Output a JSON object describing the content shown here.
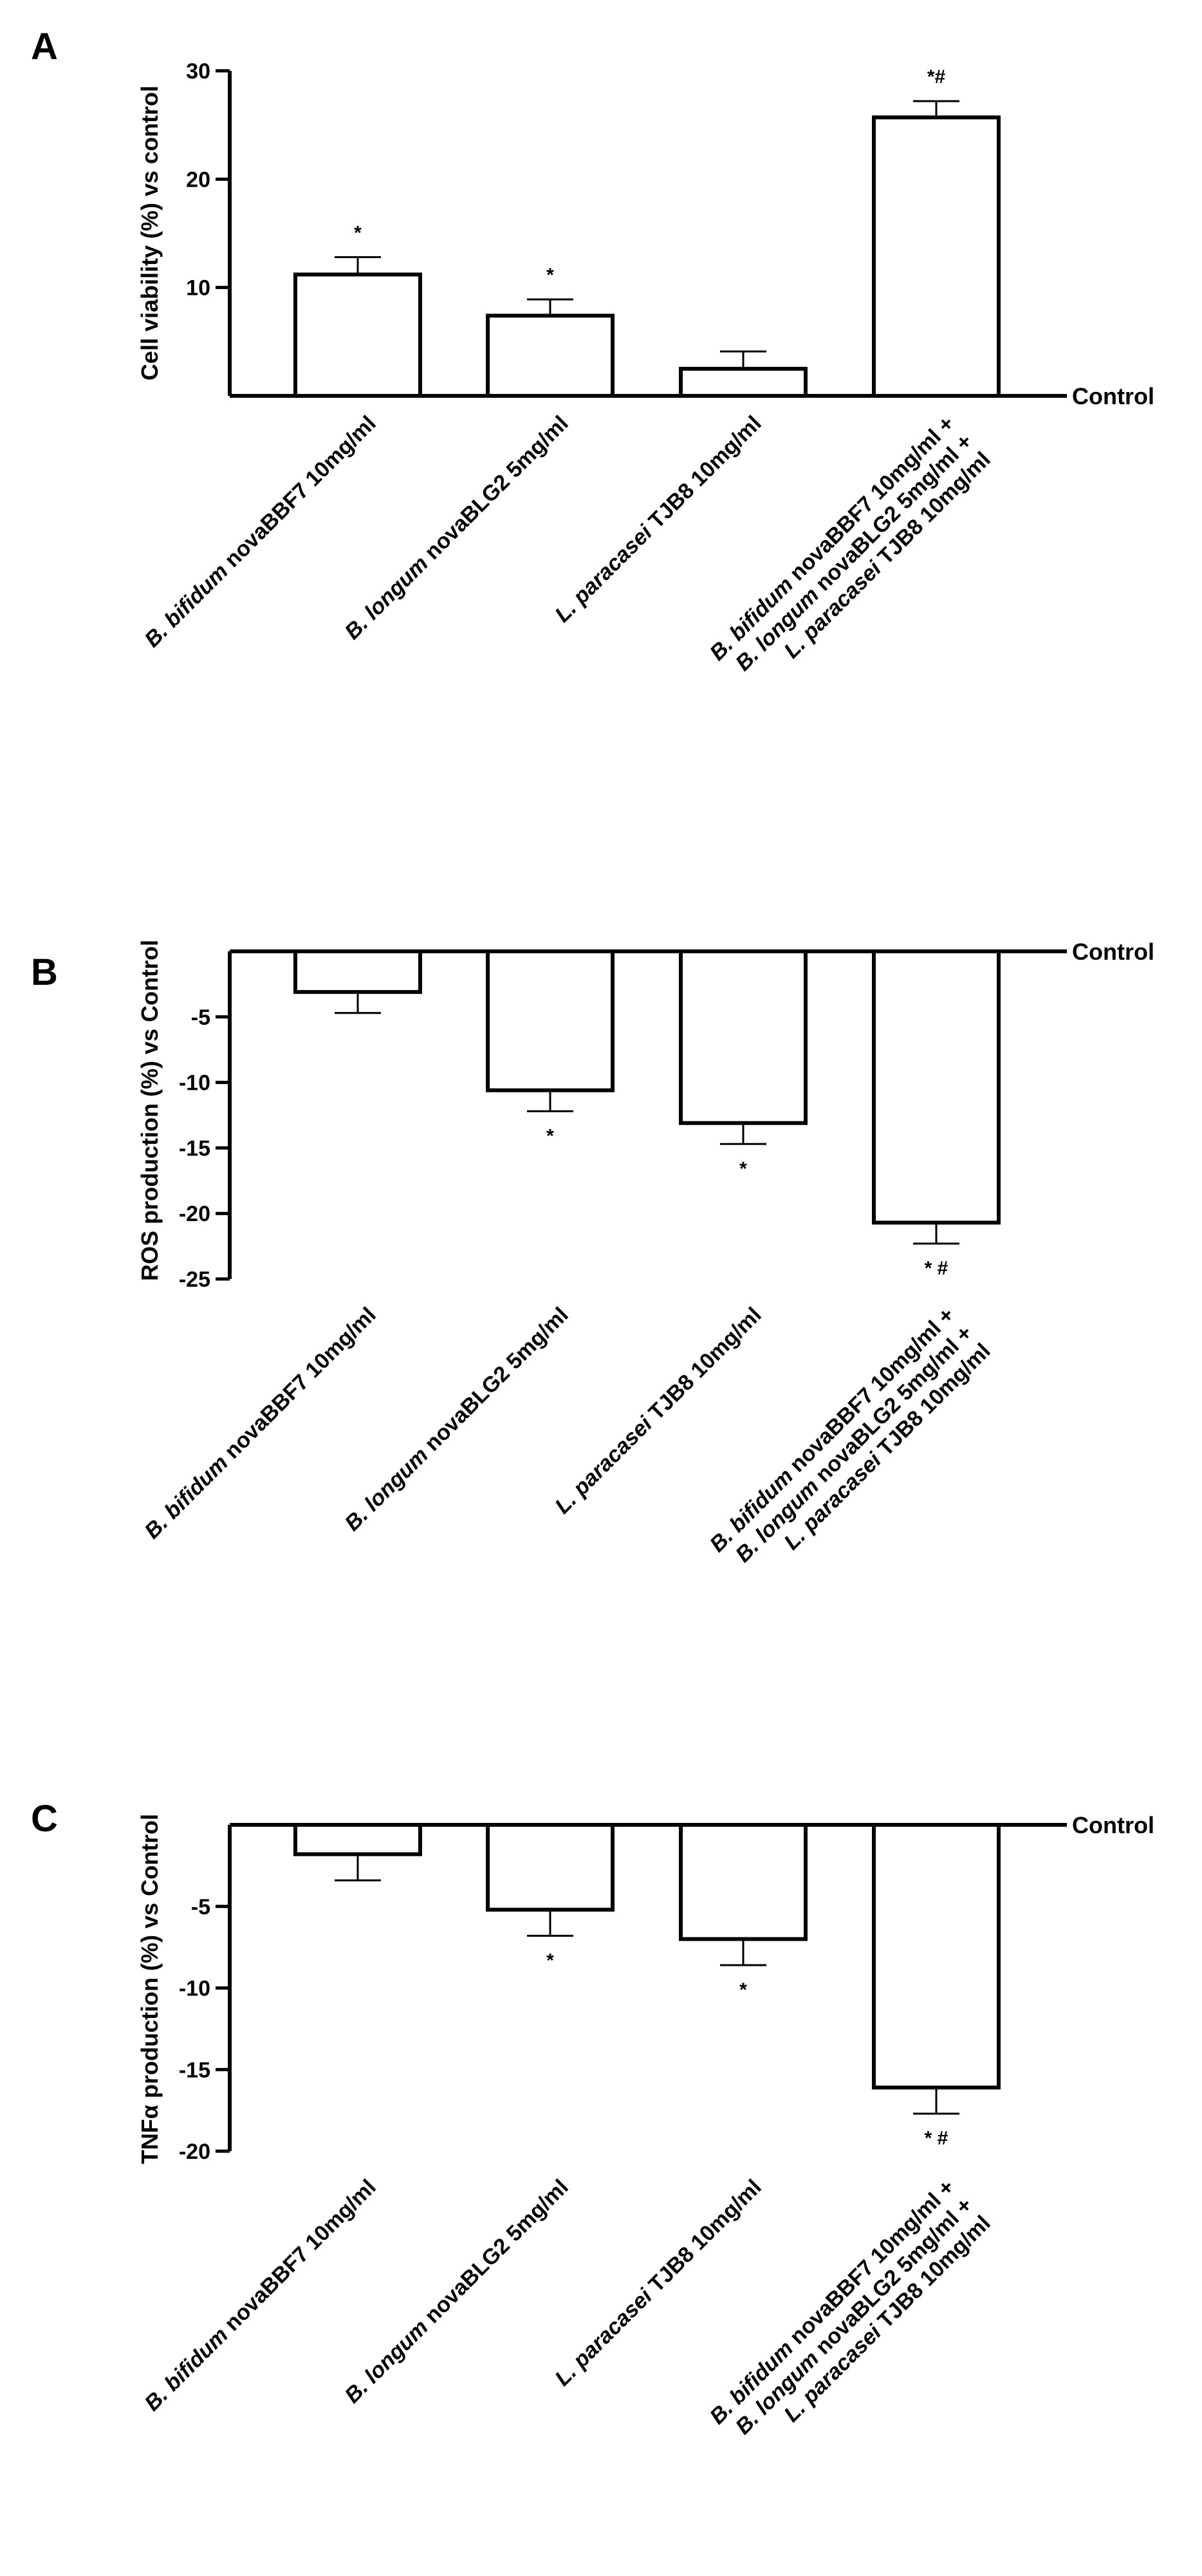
{
  "figure": {
    "panels": [
      {
        "letter": "A",
        "control_label": "Control",
        "chart_data": {
          "type": "bar",
          "ylabel": "Cell viability (%) vs control",
          "ylim": [
            0,
            30
          ],
          "yticks": [
            10,
            20,
            30
          ],
          "categories": [
            [
              "B. bifidum novaBBF7 10mg/ml"
            ],
            [
              "B. longum novaBLG2 5mg/ml"
            ],
            [
              "L. paracasei TJB8 10mg/ml"
            ],
            [
              "B. bifidum novaBBF7 10mg/ml +",
              "B. longum novaBLG2 5mg/ml +",
              "L. paracasei TJB8 10mg/ml"
            ]
          ],
          "values": [
            11.2,
            7.4,
            2.5,
            25.7
          ],
          "errors": [
            1.6,
            1.5,
            1.6,
            1.5
          ],
          "significance": [
            "*",
            "*",
            "",
            "*#"
          ]
        }
      },
      {
        "letter": "B",
        "control_label": "Control",
        "chart_data": {
          "type": "bar",
          "ylabel": "ROS production (%) vs Control",
          "ylim": [
            -25,
            0
          ],
          "yticks": [
            -5,
            -10,
            -15,
            -20,
            -25
          ],
          "categories": [
            [
              "B. bifidum novaBBF7 10mg/ml"
            ],
            [
              "B. longum novaBLG2 5mg/ml"
            ],
            [
              "L. paracasei TJB8 10mg/ml"
            ],
            [
              "B. bifidum novaBBF7 10mg/ml +",
              "B. longum novaBLG2 5mg/ml +",
              "L. paracasei TJB8 10mg/ml"
            ]
          ],
          "values": [
            -3.1,
            -10.6,
            -13.1,
            -20.7
          ],
          "errors": [
            1.6,
            1.6,
            1.6,
            1.6
          ],
          "significance": [
            "",
            "*",
            "*",
            "* #"
          ]
        }
      },
      {
        "letter": "C",
        "control_label": "Control",
        "chart_data": {
          "type": "bar",
          "ylabel": "TNFα production (%) vs Control",
          "ylim": [
            -20,
            0
          ],
          "yticks": [
            -5,
            -10,
            -15,
            -20
          ],
          "categories": [
            [
              "B. bifidum novaBBF7 10mg/ml"
            ],
            [
              "B. longum novaBLG2 5mg/ml"
            ],
            [
              "L. paracasei TJB8 10mg/ml"
            ],
            [
              "B. bifidum novaBBF7 10mg/ml +",
              "B. longum novaBLG2 5mg/ml +",
              "L. paracasei TJB8 10mg/ml"
            ]
          ],
          "values": [
            -1.8,
            -5.2,
            -7.0,
            -16.1
          ],
          "errors": [
            1.6,
            1.6,
            1.6,
            1.6
          ],
          "significance": [
            "",
            "*",
            "*",
            "* #"
          ]
        }
      }
    ]
  }
}
